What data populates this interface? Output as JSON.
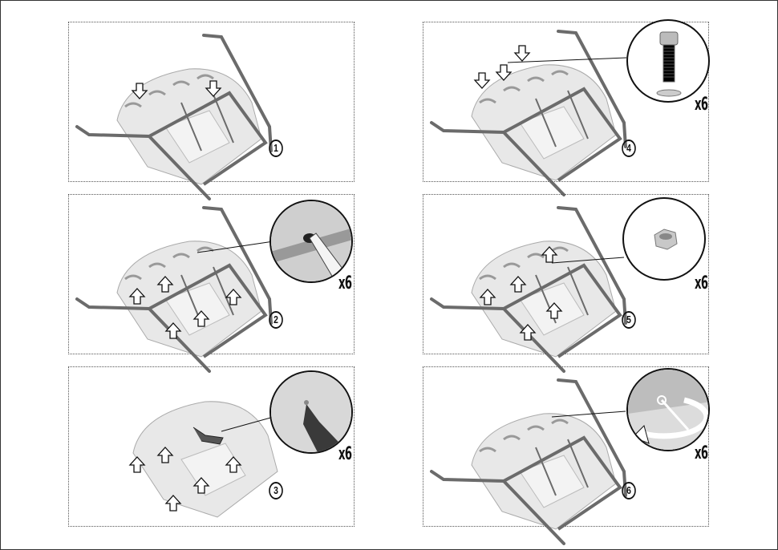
{
  "steps": [
    {
      "number": "1",
      "quantity": null,
      "detail": null
    },
    {
      "number": "2",
      "quantity": "x6",
      "detail": "pen-marking"
    },
    {
      "number": "3",
      "quantity": "x6",
      "detail": "drill"
    },
    {
      "number": "4",
      "quantity": "x6",
      "detail": "bolt-and-washer"
    },
    {
      "number": "5",
      "quantity": "x6",
      "detail": "nut"
    },
    {
      "number": "6",
      "quantity": "x6",
      "detail": "wrench-tighten"
    }
  ],
  "colors": {
    "frame": "#6b6b6b",
    "seat": "#e6e6e6",
    "outline": "#111111"
  }
}
